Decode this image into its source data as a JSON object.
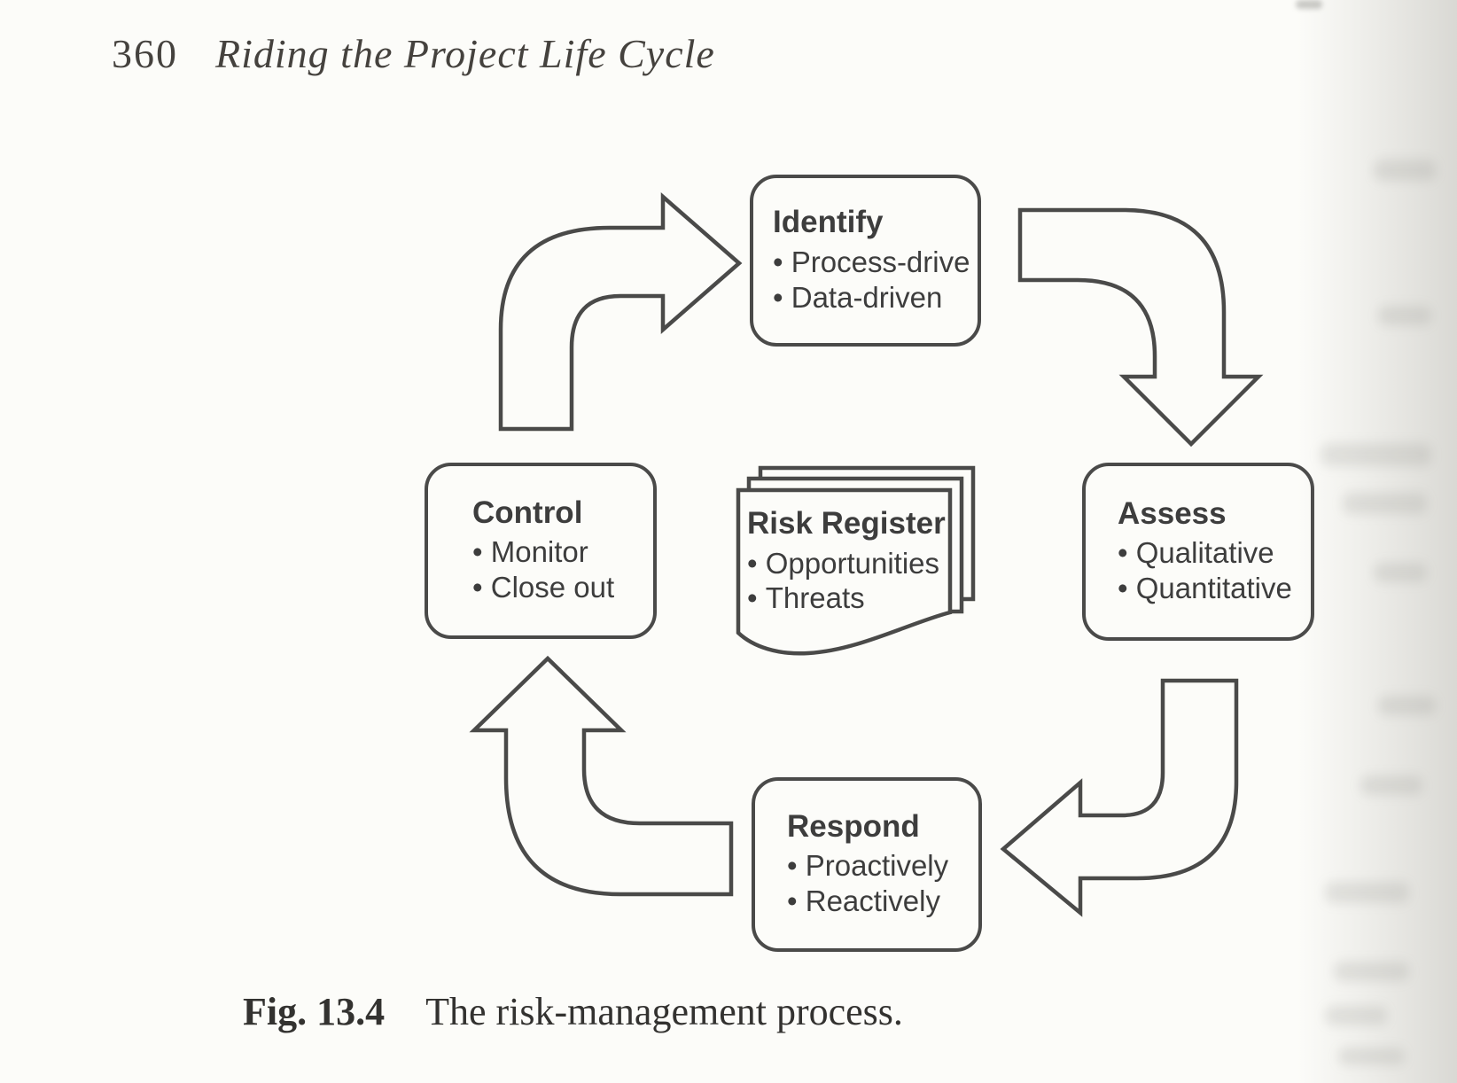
{
  "page": {
    "page_number": "360",
    "running_title": "Riding the Project Life Cycle",
    "caption_label": "Fig. 13.4",
    "caption_text": "The risk-management process."
  },
  "diagram": {
    "title": "The risk-management process",
    "flow_order": [
      "Identify",
      "Assess",
      "Respond",
      "Control"
    ],
    "nodes": [
      {
        "id": "identify",
        "title": "Identify",
        "bullets": [
          "Process-drive",
          "Data-driven"
        ]
      },
      {
        "id": "assess",
        "title": "Assess",
        "bullets": [
          "Qualitative",
          "Quantitative"
        ]
      },
      {
        "id": "respond",
        "title": "Respond",
        "bullets": [
          "Proactively",
          "Reactively"
        ]
      },
      {
        "id": "control",
        "title": "Control",
        "bullets": [
          "Monitor",
          "Close out"
        ]
      }
    ],
    "center": {
      "title": "Risk Register",
      "bullets": [
        "Opportunities",
        "Threats"
      ]
    },
    "colors": {
      "ink": "#3d3d3d",
      "line": "#4a4a49",
      "paper": "#fcfcf9"
    }
  }
}
